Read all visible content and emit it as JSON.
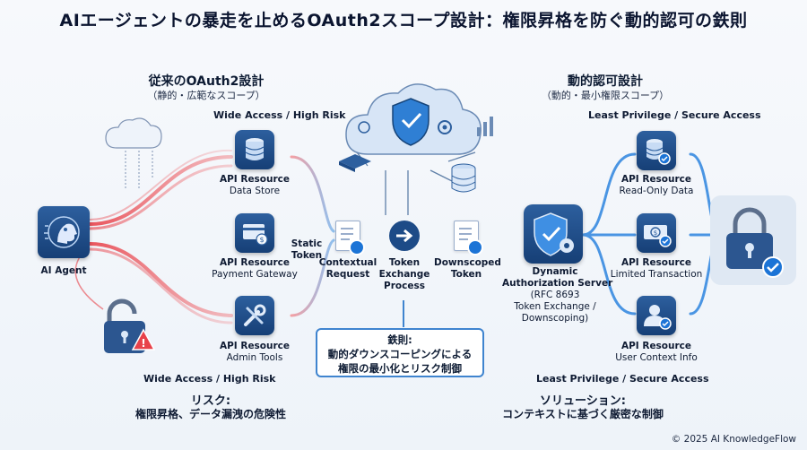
{
  "title": "AIエージェントの暴走を止めるOAuth2スコープ設計：権限昇格を防ぐ動的認可の鉄則",
  "left": {
    "heading": "従来のOAuth2設計",
    "subheading": "（静的・広範なスコープ）",
    "top_risk": "Wide Access / High Risk",
    "bottom_risk": "Wide Access / High Risk",
    "agent_label": "AI Agent",
    "static_token": [
      "Static",
      "Token"
    ],
    "resources": [
      {
        "title": "API Resource",
        "name": "Data Store",
        "icon": "database-icon"
      },
      {
        "title": "API Resource",
        "name": "Payment Gateway",
        "icon": "payment-card-icon"
      },
      {
        "title": "API Resource",
        "name": "Admin Tools",
        "icon": "tools-icon"
      }
    ],
    "risk_title": "リスク:",
    "risk_text": "権限昇格、データ漏洩の危険性"
  },
  "center": {
    "contextual_request": [
      "Contextual",
      "Request"
    ],
    "token_exchange": [
      "Token",
      "Exchange",
      "Process"
    ],
    "downscoped_token": [
      "Downscoped",
      "Token"
    ],
    "callout_title": "鉄則:",
    "callout_line1": "動的ダウンスコーピングによる",
    "callout_line2": "権限の最小化とリスク制御"
  },
  "server": {
    "title1": "Dynamic",
    "title2": "Authorization Server",
    "detail1": "(RFC 8693",
    "detail2": "Token Exchange /",
    "detail3": "Downscoping)"
  },
  "right": {
    "heading": "動的認可設計",
    "subheading": "（動的・最小権限スコープ）",
    "top_label": "Least Privilege / Secure Access",
    "bottom_label": "Least Privilege / Secure Access",
    "resources": [
      {
        "title": "API Resource",
        "name": "Read-Only Data",
        "icon": "database-check-icon"
      },
      {
        "title": "API Resource",
        "name": "Limited Transaction",
        "icon": "money-check-icon"
      },
      {
        "title": "API Resource",
        "name": "User Context Info",
        "icon": "user-check-icon"
      }
    ],
    "solution_title": "ソリューション:",
    "solution_text": "コンテキストに基づく厳密な制御"
  },
  "footer": "© 2025 AI KnowledgeFlow",
  "colors": {
    "risk_red": "#e8424a",
    "secure_blue": "#3e8fe0",
    "icon_navy": "#1d4b87"
  }
}
